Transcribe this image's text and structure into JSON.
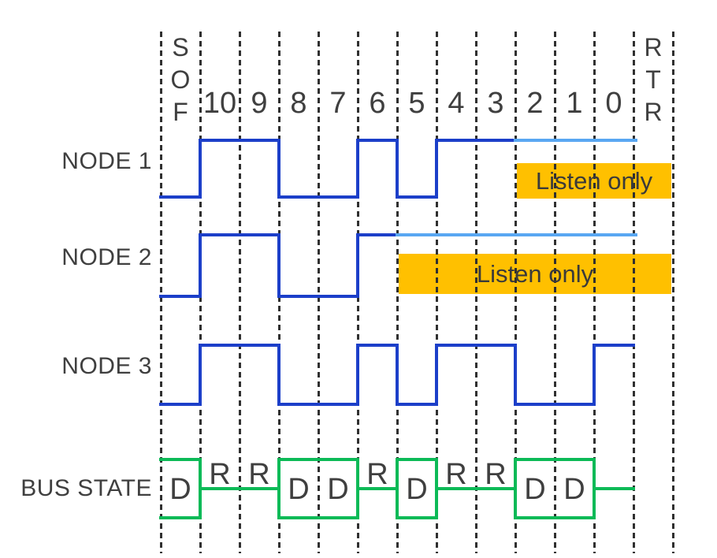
{
  "diagram": {
    "type": "can-bus-arbitration-timing-diagram",
    "header": {
      "start_field": "SOF",
      "end_field": "RTR",
      "bit_labels": [
        "10",
        "9",
        "8",
        "7",
        "6",
        "5",
        "4",
        "3",
        "2",
        "1",
        "0"
      ]
    },
    "rows": [
      {
        "label": "NODE 1",
        "levels": [
          0,
          1,
          1,
          0,
          0,
          1,
          0,
          1,
          1
        ],
        "listen": {
          "label": "Listen only",
          "from_slot": 9,
          "to_slot": 13
        }
      },
      {
        "label": "NODE 2",
        "levels": [
          0,
          1,
          1,
          0,
          0,
          1
        ],
        "listen": {
          "label": "Listen only",
          "from_slot": 6,
          "to_slot": 13
        }
      },
      {
        "label": "NODE 3",
        "levels": [
          0,
          1,
          1,
          0,
          0,
          1,
          0,
          1,
          1,
          0,
          0,
          1
        ],
        "listen": null
      }
    ],
    "bus": {
      "label": "BUS STATE",
      "states": [
        "D",
        "R",
        "R",
        "D",
        "D",
        "R",
        "D",
        "R",
        "R",
        "D",
        "D",
        "r",
        ""
      ],
      "legend": {
        "D": "dominant (boxed, labeled)",
        "R": "recessive (line, labeled)",
        "r": "recessive (line, unlabeled)",
        "": "none"
      }
    },
    "colors": {
      "node_active": "#1c3fc9",
      "node_listen": "#59a7f2",
      "listen_box": "#ffc000",
      "bus": "#0cba57",
      "text": "#3f3f3f",
      "listen_text": "#3a3a3a",
      "grid": "#303030"
    }
  }
}
